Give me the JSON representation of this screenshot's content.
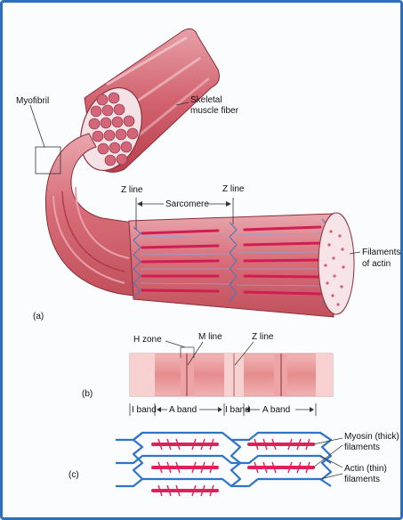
{
  "panel_a": {
    "letter": "(a)",
    "myofibril": "Myofibril",
    "muscle_fiber_line1": "Skeletal",
    "muscle_fiber_line2": "muscle fiber",
    "z_line_left": "Z line",
    "z_line_right": "Z line",
    "sarcomere": "Sarcomere",
    "filaments_line1": "Filaments",
    "filaments_line2": "of actin"
  },
  "panel_b": {
    "letter": "(b)",
    "h_zone": "H zone",
    "m_line": "M line",
    "z_line": "Z line",
    "i_band_left": "I band",
    "a_band_left": "A band",
    "i_band_mid": "I band",
    "a_band_right": "A band"
  },
  "panel_c": {
    "letter": "(c)",
    "myosin_line1": "Myosin (thick)",
    "myosin_line2": "filaments",
    "actin_line1": "Actin (thin)",
    "actin_line2": "filaments"
  },
  "colors": {
    "border": "#2d6fb8",
    "muscle": "#c84a55",
    "myosin": "#e0205a",
    "actin": "#2f74c8"
  }
}
